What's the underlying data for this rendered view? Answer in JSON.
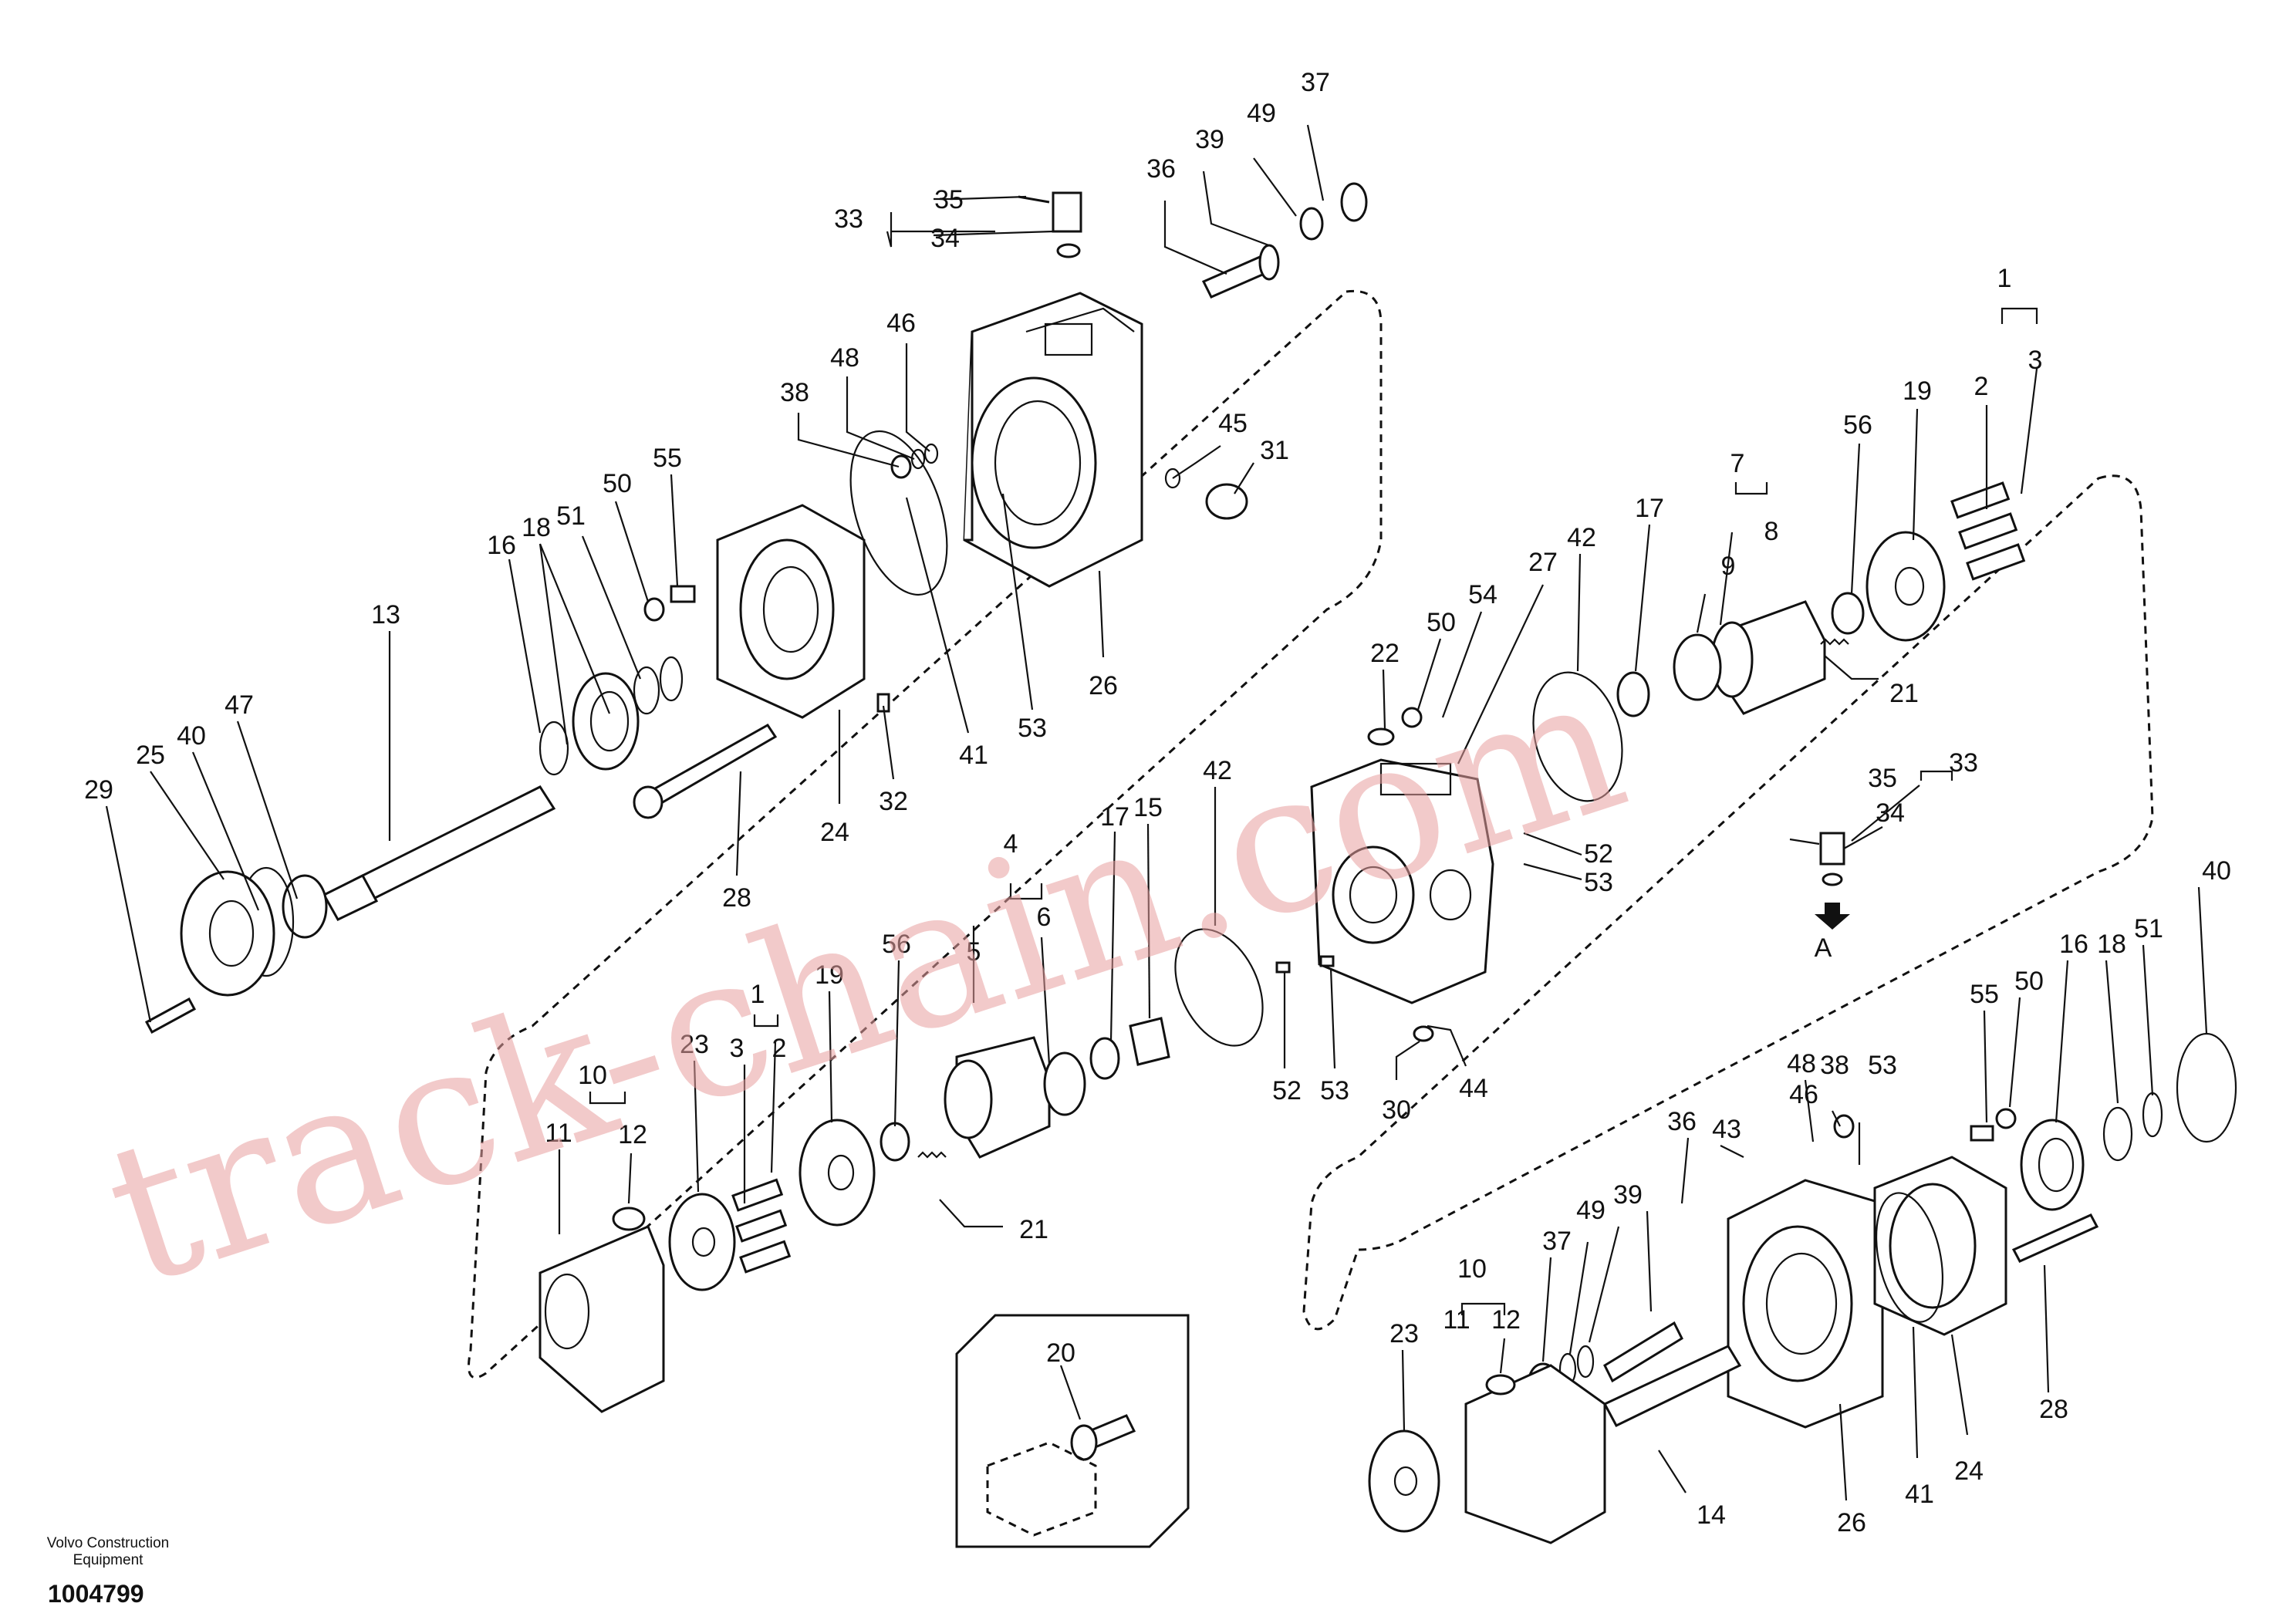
{
  "brand_lines": [
    "Volvo Construction",
    "Equipment"
  ],
  "document_id": "1004799",
  "watermark": "track-chain.com",
  "view_marker": "A",
  "callouts": [
    {
      "id": "c37a",
      "text": "37"
    },
    {
      "id": "c49a",
      "text": "49"
    },
    {
      "id": "c39a",
      "text": "39"
    },
    {
      "id": "c36a",
      "text": "36"
    },
    {
      "id": "c35a",
      "text": "35"
    },
    {
      "id": "c33a",
      "text": "33"
    },
    {
      "id": "c34a",
      "text": "34"
    },
    {
      "id": "c46a",
      "text": "46"
    },
    {
      "id": "c48a",
      "text": "48"
    },
    {
      "id": "c38a",
      "text": "38"
    },
    {
      "id": "c45a",
      "text": "45"
    },
    {
      "id": "c31a",
      "text": "31"
    },
    {
      "id": "c55a",
      "text": "55"
    },
    {
      "id": "c50a",
      "text": "50"
    },
    {
      "id": "c51a",
      "text": "51"
    },
    {
      "id": "c18a",
      "text": "18"
    },
    {
      "id": "c16a",
      "text": "16"
    },
    {
      "id": "c13a",
      "text": "13"
    },
    {
      "id": "c47a",
      "text": "47"
    },
    {
      "id": "c40a",
      "text": "40"
    },
    {
      "id": "c25a",
      "text": "25"
    },
    {
      "id": "c29a",
      "text": "29"
    },
    {
      "id": "c28a",
      "text": "28"
    },
    {
      "id": "c24a",
      "text": "24"
    },
    {
      "id": "c32a",
      "text": "32"
    },
    {
      "id": "c41a",
      "text": "41"
    },
    {
      "id": "c53a",
      "text": "53"
    },
    {
      "id": "c26a",
      "text": "26"
    },
    {
      "id": "c1a",
      "text": "1"
    },
    {
      "id": "c2a",
      "text": "2"
    },
    {
      "id": "c3a",
      "text": "3"
    },
    {
      "id": "c19a",
      "text": "19"
    },
    {
      "id": "c56a",
      "text": "56"
    },
    {
      "id": "c7a",
      "text": "7"
    },
    {
      "id": "c8a",
      "text": "8"
    },
    {
      "id": "c9a",
      "text": "9"
    },
    {
      "id": "c17a",
      "text": "17"
    },
    {
      "id": "c42a",
      "text": "42"
    },
    {
      "id": "c27a",
      "text": "27"
    },
    {
      "id": "c54a",
      "text": "54"
    },
    {
      "id": "c50b",
      "text": "50"
    },
    {
      "id": "c22a",
      "text": "22"
    },
    {
      "id": "c21a",
      "text": "21"
    },
    {
      "id": "c33b",
      "text": "33"
    },
    {
      "id": "c35b",
      "text": "35"
    },
    {
      "id": "c34b",
      "text": "34"
    },
    {
      "id": "c52a",
      "text": "52"
    },
    {
      "id": "c53b",
      "text": "53"
    },
    {
      "id": "c4a",
      "text": "4"
    },
    {
      "id": "c5a",
      "text": "5"
    },
    {
      "id": "c6a",
      "text": "6"
    },
    {
      "id": "c17b",
      "text": "17"
    },
    {
      "id": "c15a",
      "text": "15"
    },
    {
      "id": "c42b",
      "text": "42"
    },
    {
      "id": "c52b",
      "text": "52"
    },
    {
      "id": "c53c",
      "text": "53"
    },
    {
      "id": "c30a",
      "text": "30"
    },
    {
      "id": "c44a",
      "text": "44"
    },
    {
      "id": "c56b",
      "text": "56"
    },
    {
      "id": "c19b",
      "text": "19"
    },
    {
      "id": "c1b",
      "text": "1"
    },
    {
      "id": "c2b",
      "text": "2"
    },
    {
      "id": "c3b",
      "text": "3"
    },
    {
      "id": "c23a",
      "text": "23"
    },
    {
      "id": "c10a",
      "text": "10"
    },
    {
      "id": "c11a",
      "text": "11"
    },
    {
      "id": "c12a",
      "text": "12"
    },
    {
      "id": "c21b",
      "text": "21"
    },
    {
      "id": "c20a",
      "text": "20"
    },
    {
      "id": "c55b",
      "text": "55"
    },
    {
      "id": "c50c",
      "text": "50"
    },
    {
      "id": "c16b",
      "text": "16"
    },
    {
      "id": "c18b",
      "text": "18"
    },
    {
      "id": "c51b",
      "text": "51"
    },
    {
      "id": "c40b",
      "text": "40"
    },
    {
      "id": "c48b",
      "text": "48"
    },
    {
      "id": "c38b",
      "text": "38"
    },
    {
      "id": "c53d",
      "text": "53"
    },
    {
      "id": "c46b",
      "text": "46"
    },
    {
      "id": "c43a",
      "text": "43"
    },
    {
      "id": "c36b",
      "text": "36"
    },
    {
      "id": "c39b",
      "text": "39"
    },
    {
      "id": "c49b",
      "text": "49"
    },
    {
      "id": "c37b",
      "text": "37"
    },
    {
      "id": "c10b",
      "text": "10"
    },
    {
      "id": "c11b",
      "text": "11"
    },
    {
      "id": "c12b",
      "text": "12"
    },
    {
      "id": "c23b",
      "text": "23"
    },
    {
      "id": "c14a",
      "text": "14"
    },
    {
      "id": "c26b",
      "text": "26"
    },
    {
      "id": "c41b",
      "text": "41"
    },
    {
      "id": "c24b",
      "text": "24"
    },
    {
      "id": "c28b",
      "text": "28"
    }
  ]
}
